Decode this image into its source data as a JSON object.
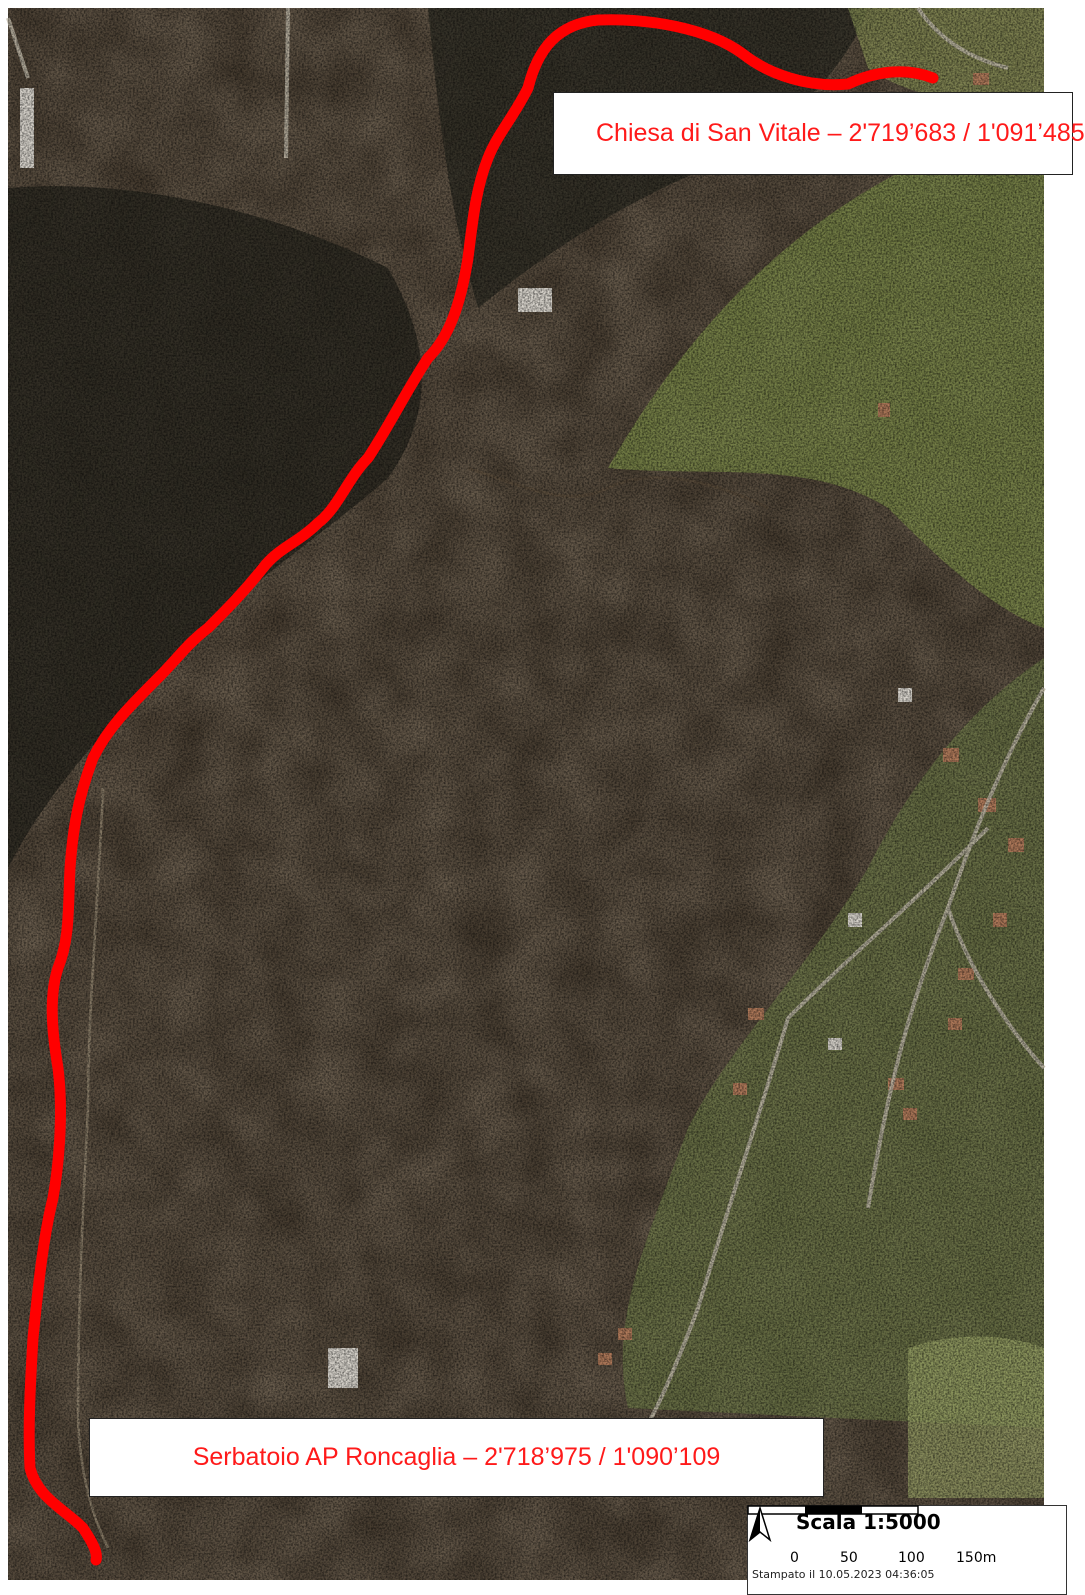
{
  "map": {
    "callouts": {
      "top": "Chiesa di San Vitale – 2'719’683 / 1'091’485",
      "bottom": "Serbatoio AP Roncaglia – 2'718’975 / 1'090’109"
    },
    "scale": {
      "title": "Scala 1:5000",
      "ticks": [
        "0",
        "50",
        "100",
        "150m"
      ]
    },
    "print_stamp": "Stampato il 10.05.2023 04:36:05",
    "colors": {
      "route": "#ff0000",
      "label_text": "#ff1a1a",
      "forest": "#3d3428",
      "meadow": "#7e8f4a"
    },
    "icons": [
      "north-arrow-icon"
    ]
  }
}
